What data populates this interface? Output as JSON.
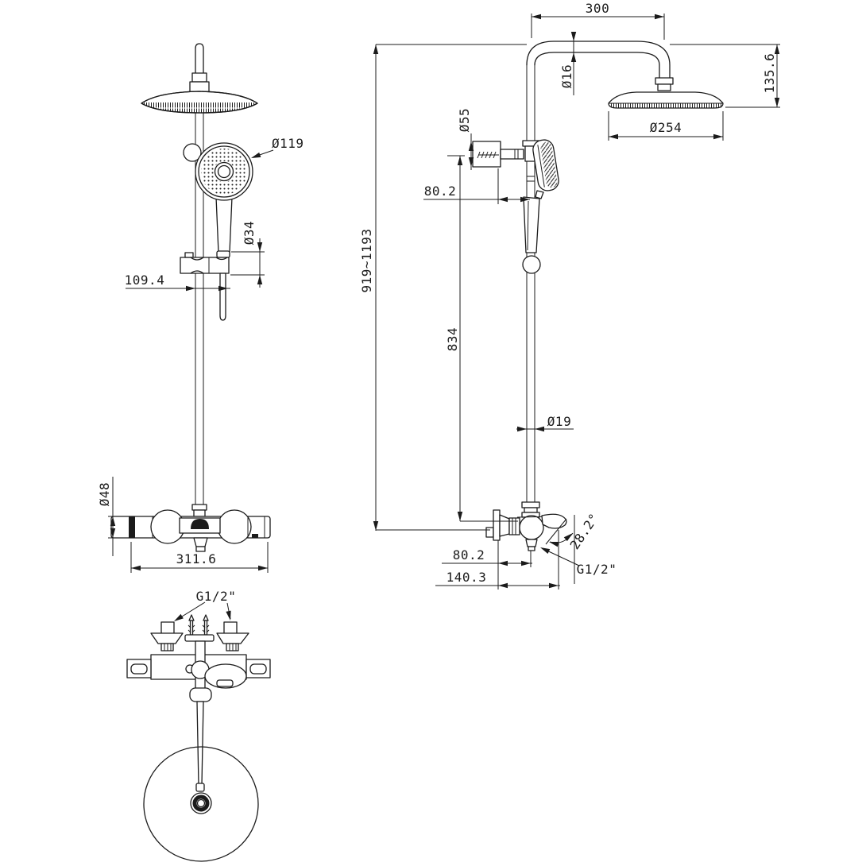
{
  "colors": {
    "background": "#ffffff",
    "line": "#1b1b1b"
  },
  "front_view": {
    "hand_shower_diameter": "Ø119",
    "handle_diameter": "Ø34",
    "holder_offset": "109.4",
    "valve_body_diameter": "Ø48",
    "valve_width": "311.6",
    "inlet_thread": "G1/2\""
  },
  "side_view": {
    "arm_length": "300",
    "arm_pipe_diameter": "Ø16",
    "head_drop": "135.6",
    "head_diameter": "Ø254",
    "wall_bracket_diameter": "Ø55",
    "upper_wall_offset": "80.2",
    "overall_height_range": "919~1193",
    "slide_bar_length": "834",
    "pipe_diameter": "Ø19",
    "spout_angle": "28.2°",
    "outlet_thread": "G1/2\"",
    "lower_wall_offset": "80.2",
    "spout_reach": "140.3"
  }
}
